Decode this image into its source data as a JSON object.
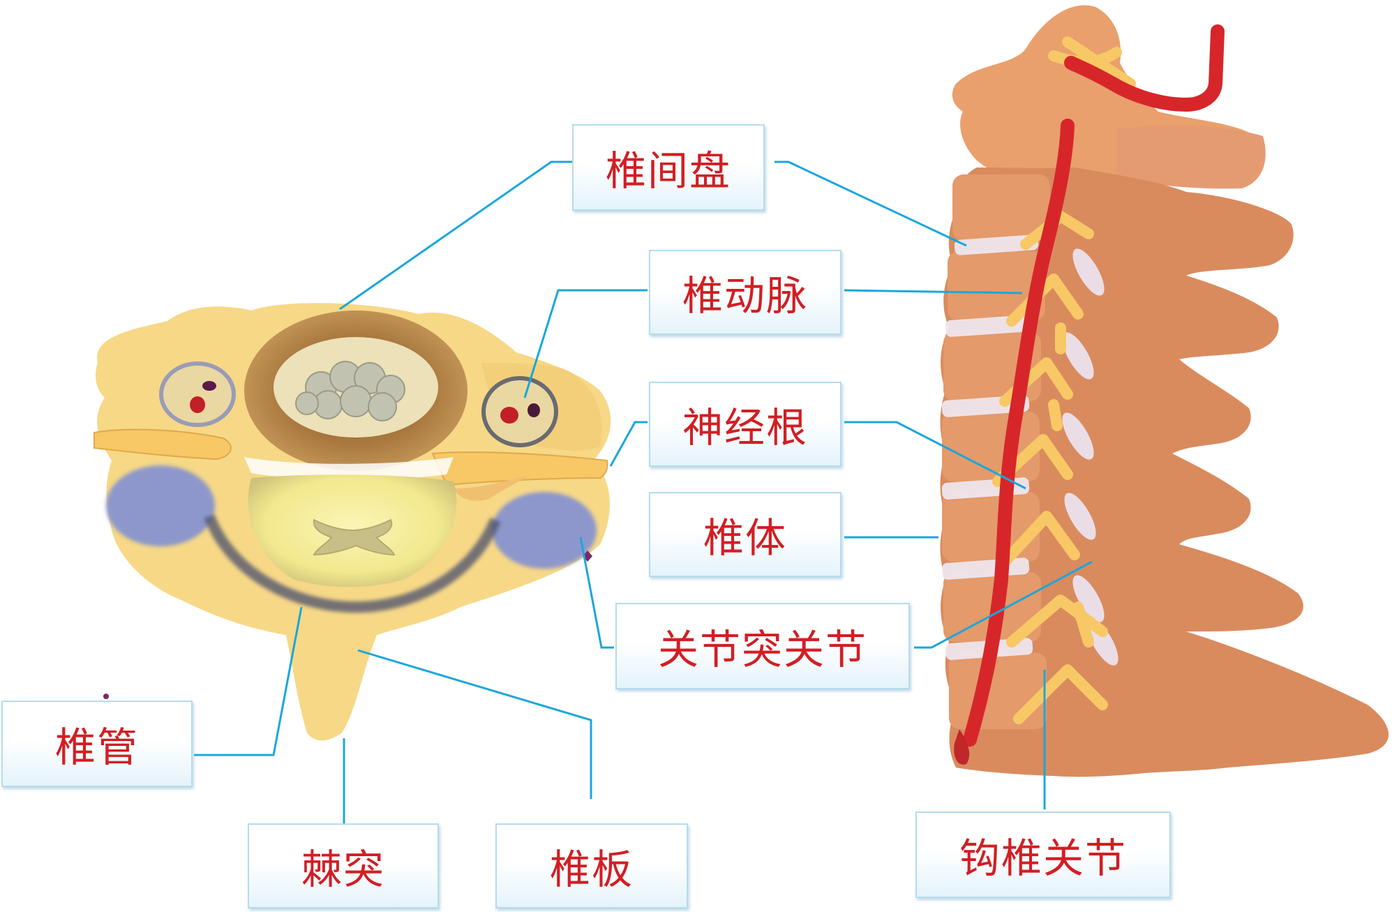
{
  "labels": {
    "disc": "椎间盘",
    "artery": "椎动脉",
    "nerve_root": "神经根",
    "body": "椎体",
    "facet_joint": "关节突关节",
    "canal": "椎管",
    "spinous_process": "棘突",
    "lamina": "椎板",
    "uncovertebral_joint": "钩椎关节"
  },
  "colors": {
    "label_text": "#d21e23",
    "leader_line": "#1aa7dc",
    "label_border": "#b3dcef",
    "bone_light": "#f6d887",
    "bone_side": "#e49a6a",
    "disc_brown": "#a0703c",
    "nucleus": "#c6c6b5",
    "artery_red": "#d7262a",
    "nerve_yellow": "#f7c865",
    "ligament_blue": "#8d97cb",
    "canal_yellow": "#f6ee9a"
  }
}
